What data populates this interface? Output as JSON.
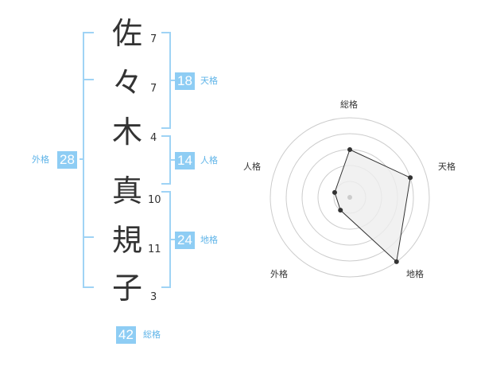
{
  "name_chars": [
    {
      "char": "佐",
      "strokes": "7"
    },
    {
      "char": "々",
      "strokes": "7"
    },
    {
      "char": "木",
      "strokes": "4"
    },
    {
      "char": "真",
      "strokes": "10"
    },
    {
      "char": "規",
      "strokes": "11"
    },
    {
      "char": "子",
      "strokes": "3"
    }
  ],
  "fortunes": {
    "tenkaku": {
      "label": "天格",
      "value": "18"
    },
    "jinkaku": {
      "label": "人格",
      "value": "14"
    },
    "chikaku": {
      "label": "地格",
      "value": "24"
    },
    "gaikaku": {
      "label": "外格",
      "value": "28"
    },
    "soukaku": {
      "label": "総格",
      "value": "42"
    }
  },
  "colors": {
    "bracket": "#9fd3f5",
    "badge": "#8ecdf4",
    "badge_label": "#5fb4e8",
    "radar_fill": "#eeeeee",
    "radar_grid": "#cccccc"
  },
  "chart_data": {
    "type": "radar",
    "axes": [
      "総格",
      "天格",
      "地格",
      "外格",
      "人格"
    ],
    "values": [
      3,
      4,
      5,
      1,
      1
    ],
    "max": 5,
    "rings": 5
  }
}
